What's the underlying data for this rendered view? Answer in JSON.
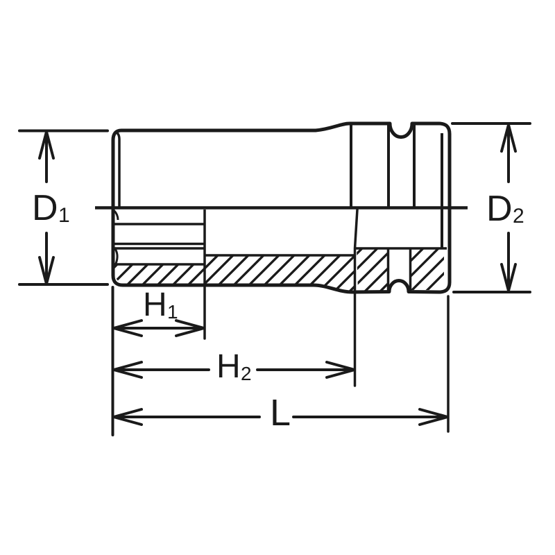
{
  "colors": {
    "background": "#ffffff",
    "line": "#1a1a1a",
    "label": "#1a1a1a"
  },
  "diagram": {
    "kind": "technical dimension drawing of a deep impact socket, half-section side view",
    "dimensions": {
      "d1": {
        "main": "D",
        "sub": "1"
      },
      "d2": {
        "main": "D",
        "sub": "2"
      },
      "h1": {
        "main": "H",
        "sub": "1"
      },
      "h2": {
        "main": "H",
        "sub": "2"
      },
      "l": {
        "main": "L"
      }
    }
  }
}
